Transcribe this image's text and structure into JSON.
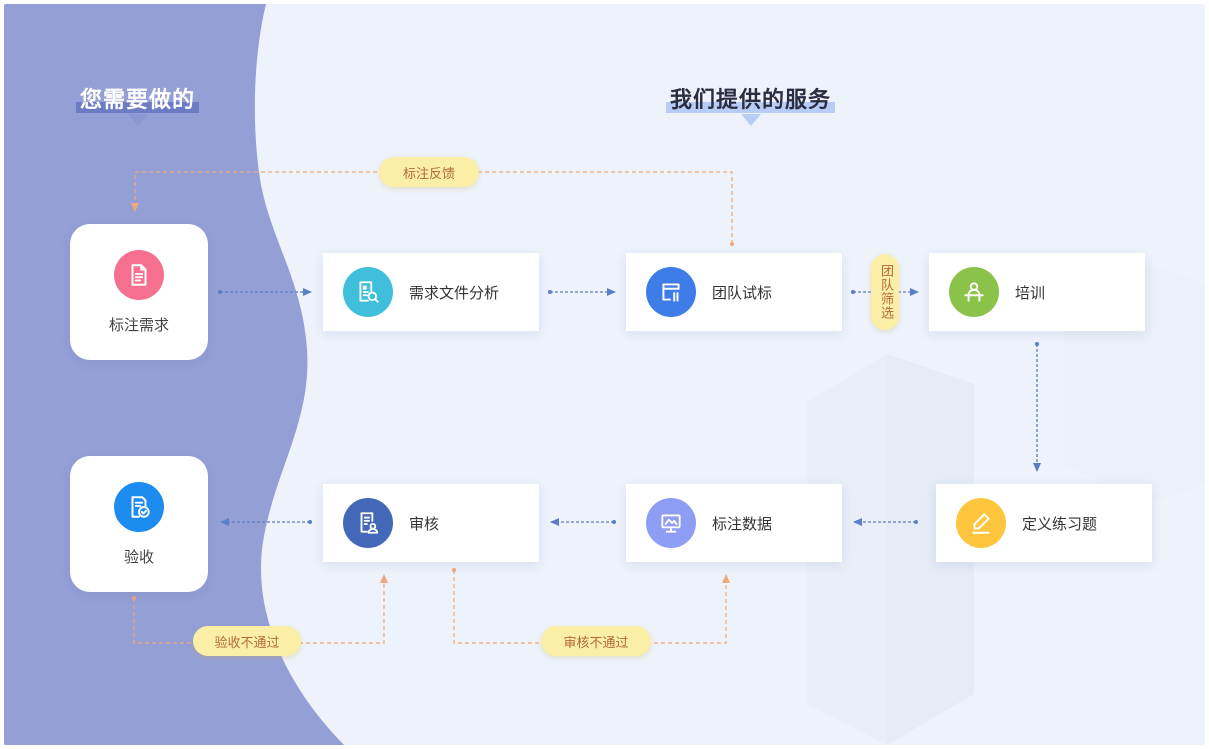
{
  "left_title": "您需要做的",
  "right_title": "我们提供的服务",
  "colors": {
    "left_bg": "#949fd6",
    "right_bg": "#edf2fb",
    "flow_arrow": "#5b7ec4",
    "feedback_arrow": "#f0a878",
    "pill_bg": "#fbeea6",
    "pill_text": "#b26b3a"
  },
  "client_steps": [
    {
      "label": "标注需求",
      "icon": "document-icon",
      "color": "#f5708f"
    },
    {
      "label": "验收",
      "icon": "approved-document-icon",
      "color": "#1d8cf0"
    }
  ],
  "service_steps": [
    {
      "label": "需求文件分析",
      "icon": "document-search-icon",
      "color": "#3fbfdb"
    },
    {
      "label": "团队试标",
      "icon": "window-icon",
      "color": "#3e7de8"
    },
    {
      "label": "培训",
      "icon": "teacher-icon",
      "color": "#8bc34a"
    },
    {
      "label": "定义练习题",
      "icon": "pencil-icon",
      "color": "#ffc53d"
    },
    {
      "label": "标注数据",
      "icon": "monitor-icon",
      "color": "#8f9ef5"
    },
    {
      "label": "审核",
      "icon": "review-icon",
      "color": "#4468b8"
    }
  ],
  "pills": {
    "feedback": "标注反馈",
    "team_filter": "团队筛选",
    "acceptance_fail": "验收不通过",
    "review_fail": "审核不通过"
  }
}
